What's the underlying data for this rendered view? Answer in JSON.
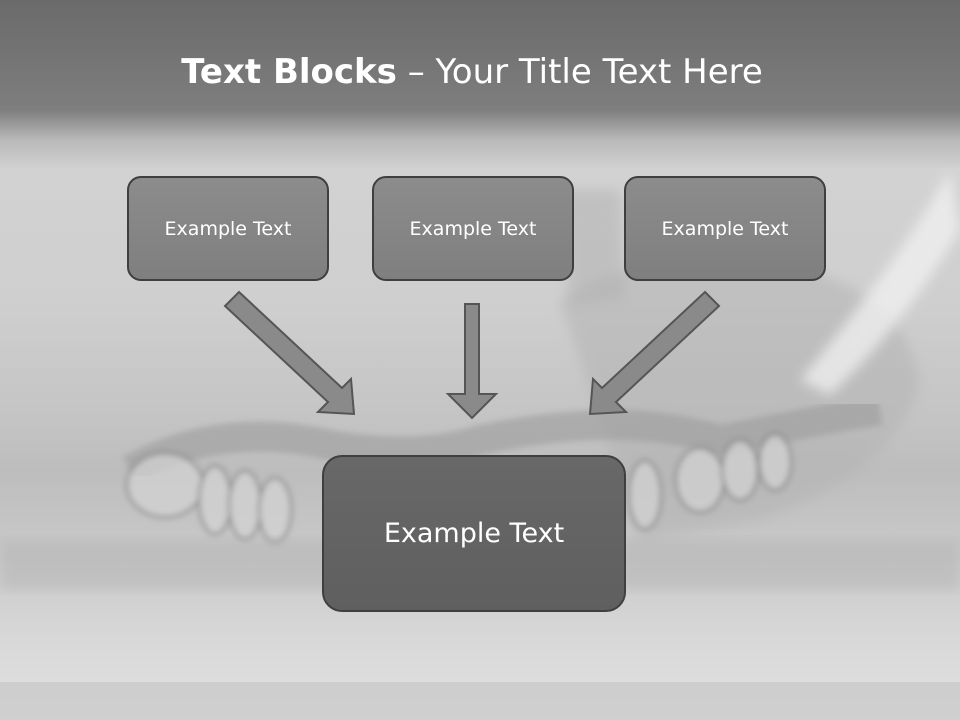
{
  "title": {
    "bold": "Text Blocks",
    "dash": " – ",
    "rest": "Your Title Text Here"
  },
  "boxes": {
    "top_left": "Example Text",
    "top_center": "Example Text",
    "top_right": "Example Text",
    "bottom": "Example Text"
  },
  "colors": {
    "top_box_fill": "#858585",
    "bottom_box_fill": "#636363",
    "arrow_fill": "#8a8a8a",
    "border": "#3f3f3f"
  }
}
